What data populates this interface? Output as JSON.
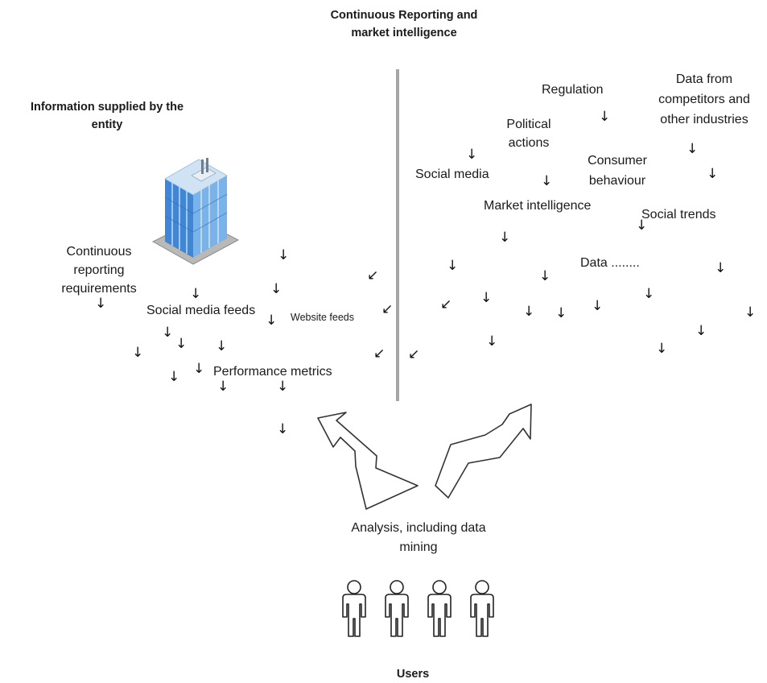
{
  "titles": {
    "top": [
      "Continuous Reporting and",
      "market intelligence"
    ],
    "left": [
      "Information supplied by the",
      "entity"
    ],
    "bottom": "Users"
  },
  "left_labels": {
    "continuous_reporting": [
      "Continuous",
      "reporting",
      "requirements"
    ],
    "social_media_feeds": "Social media feeds",
    "website_feeds": "Website feeds",
    "performance_metrics": "Performance metrics"
  },
  "right_labels": {
    "regulation": "Regulation",
    "data_from_competitors": [
      "Data from",
      "competitors and",
      "other industries"
    ],
    "political_actions": [
      "Political",
      "actions"
    ],
    "consumer_behaviour": [
      "Consumer",
      "behaviour"
    ],
    "social_media": "Social media",
    "market_intelligence": "Market intelligence",
    "social_trends": "Social trends",
    "data": "Data ........"
  },
  "analysis": [
    "Analysis, including data",
    "mining"
  ],
  "icons": {
    "building": "office-building-icon",
    "user": "user-icon",
    "arrow": "down-arrow-icon",
    "diag_arrow": "down-left-arrow-icon"
  },
  "user_count": 4
}
